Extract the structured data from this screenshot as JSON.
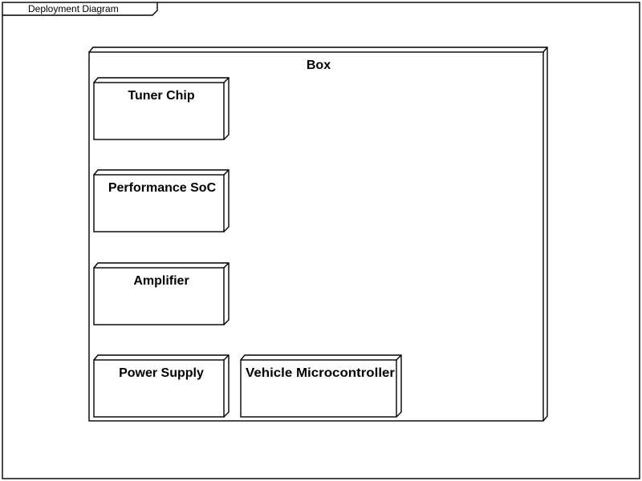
{
  "frame": {
    "title": "Deployment Diagram"
  },
  "container": {
    "title": "Box"
  },
  "nodes": [
    {
      "id": "tuner-chip",
      "title": "Tuner Chip"
    },
    {
      "id": "performance-soc",
      "title": "Performance SoC"
    },
    {
      "id": "amplifier",
      "title": "Amplifier"
    },
    {
      "id": "power-supply",
      "title": "Power Supply"
    },
    {
      "id": "vehicle-microcontroller",
      "title": "Vehicle Microcontroller"
    }
  ]
}
